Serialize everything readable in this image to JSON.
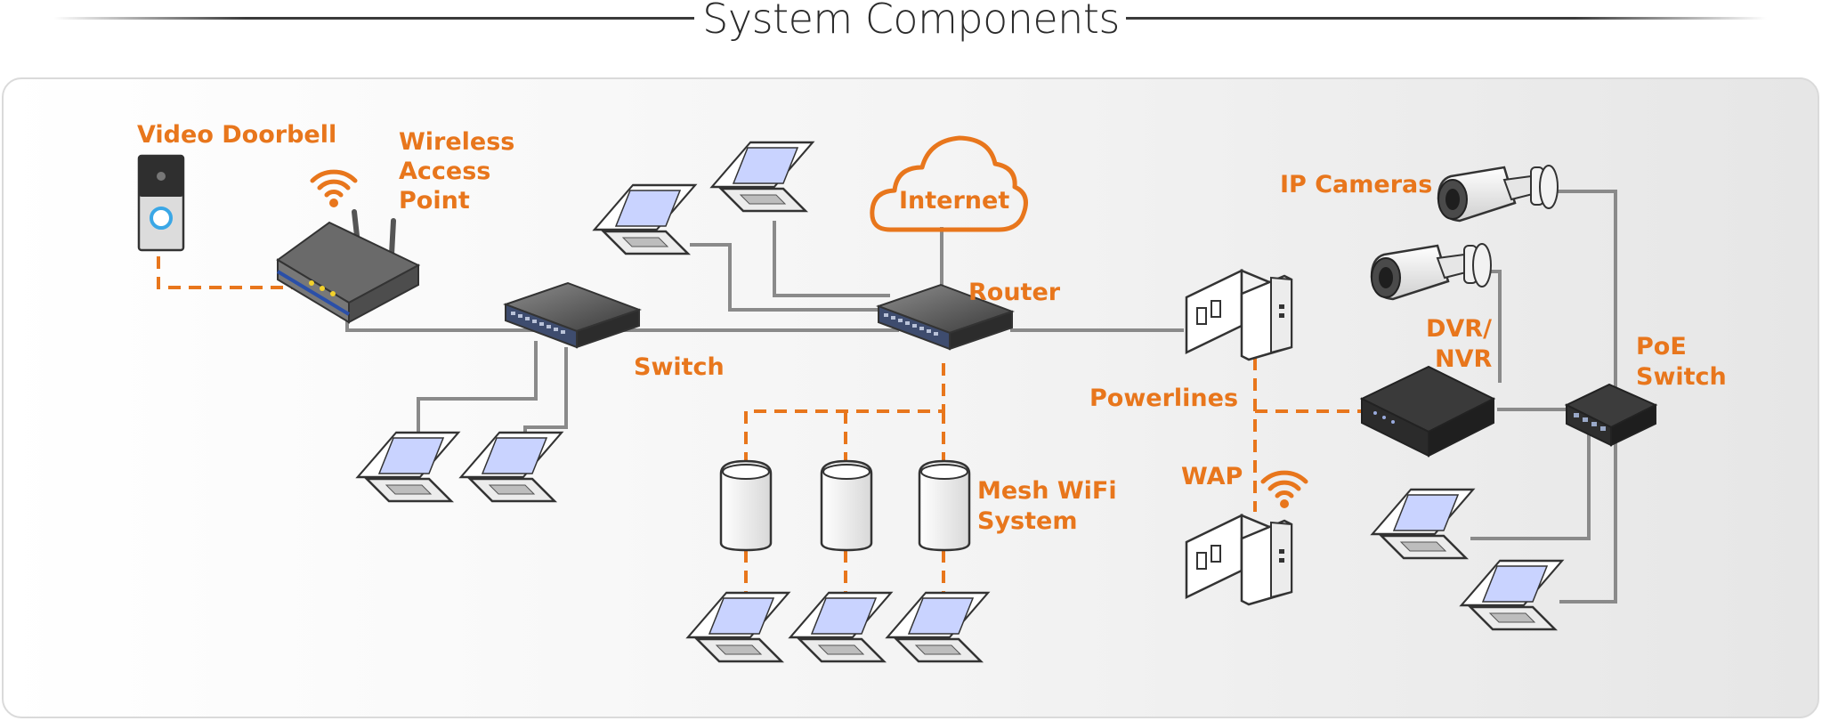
{
  "title": "System Components",
  "accent_color": "#e8761c",
  "labels": {
    "video_doorbell": "Video Doorbell",
    "wireless_access_point": [
      "Wireless",
      "Access",
      "Point"
    ],
    "internet": "Internet",
    "router": "Router",
    "switch": "Switch",
    "ip_cameras": "IP Cameras",
    "dvr_nvr": [
      "DVR/",
      "NVR"
    ],
    "poe_switch": [
      "PoE",
      "Switch"
    ],
    "powerlines": "Powerlines",
    "wap": "WAP",
    "mesh_wifi": [
      "Mesh WiFi",
      "System"
    ]
  }
}
